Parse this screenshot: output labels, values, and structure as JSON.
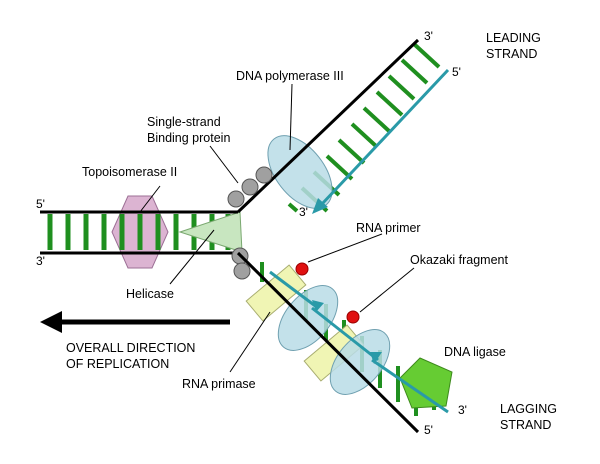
{
  "labels": {
    "leading_strand_1": "LEADING",
    "leading_strand_2": "STRAND",
    "lagging_strand_1": "LAGGING",
    "lagging_strand_2": "STRAND",
    "dna_polymerase_iii": "DNA polymerase III",
    "ssb_1": "Single-strand",
    "ssb_2": "Binding protein",
    "topoisomerase": "Topoisomerase II",
    "helicase": "Helicase",
    "rna_primer": "RNA primer",
    "okazaki": "Okazaki fragment",
    "direction_1": "OVERALL DIRECTION",
    "direction_2": "OF REPLICATION",
    "rna_primase": "RNA primase",
    "dna_ligase": "DNA ligase"
  },
  "ends": {
    "left_top": "5'",
    "left_bottom": "3'",
    "leading_top": "3'",
    "leading_right": "5'",
    "leading_inner": "3'",
    "lagging_right": "3'",
    "lagging_bottom": "5'"
  },
  "colors": {
    "backbone": "#000000",
    "base_pair": "#1f8f1f",
    "new_strand": "#2a9aa8",
    "topoisomerase": "#dcb4d2",
    "helicase": "#c8e6c0",
    "polymerase": "#b9dce6",
    "primase": "#f0f5b4",
    "primer_dot": "#e01010",
    "ssb": "#a0a0a0",
    "ligase": "#66cc33"
  }
}
